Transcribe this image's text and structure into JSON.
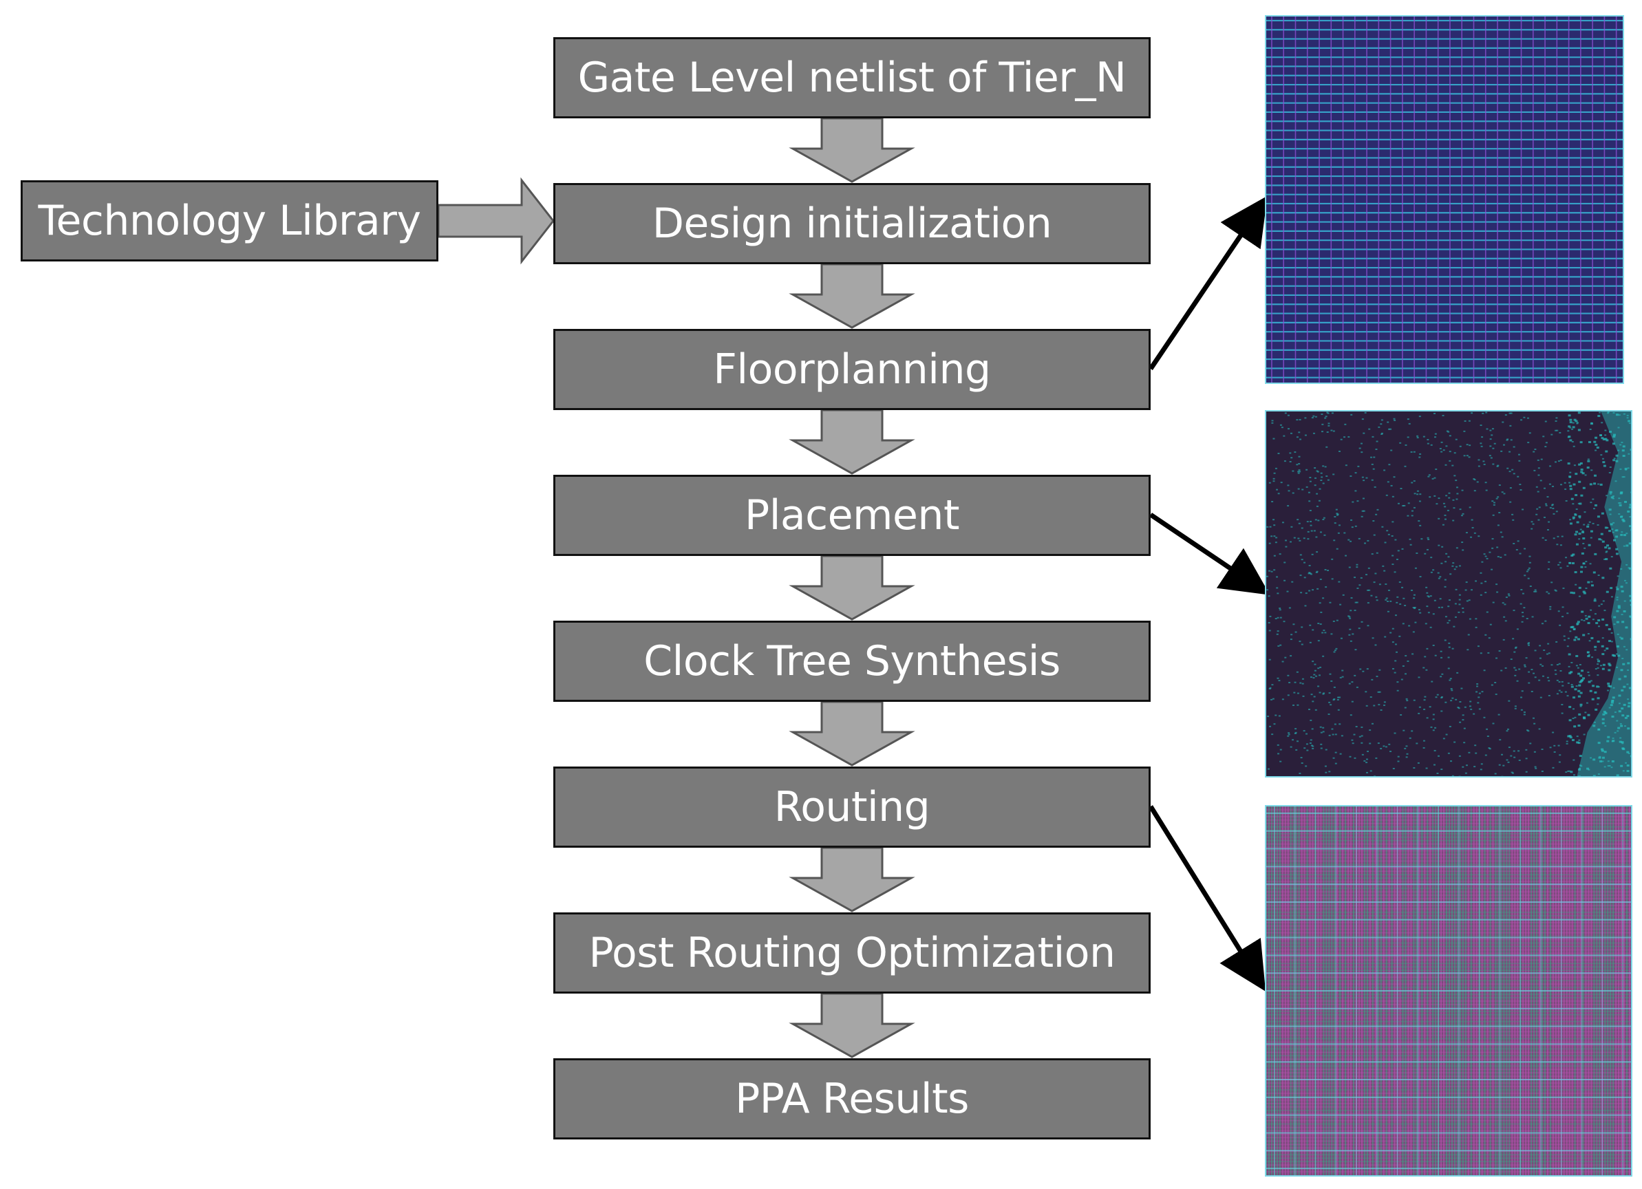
{
  "flow": {
    "steps": [
      {
        "id": "gate-level-netlist",
        "label": "Gate Level netlist of Tier_N"
      },
      {
        "id": "design-initialization",
        "label": "Design initialization"
      },
      {
        "id": "floorplanning",
        "label": "Floorplanning"
      },
      {
        "id": "placement",
        "label": "Placement"
      },
      {
        "id": "clock-tree-synthesis",
        "label": "Clock Tree Synthesis"
      },
      {
        "id": "routing",
        "label": "Routing"
      },
      {
        "id": "post-routing-optimization",
        "label": "Post Routing Optimization"
      },
      {
        "id": "ppa-results",
        "label": "PPA Results"
      }
    ],
    "input": {
      "label": "Technology Library",
      "feeds_into": "design-initialization"
    }
  },
  "snapshots": [
    {
      "id": "floorplan-layout",
      "linked_step": "floorplanning"
    },
    {
      "id": "placement-layout",
      "linked_step": "placement"
    },
    {
      "id": "routing-layout",
      "linked_step": "routing"
    }
  ],
  "colors": {
    "box_fill": "#7a7a7a",
    "box_border": "#111111",
    "box_text": "#ffffff",
    "arrow_fill": "#a6a6a6",
    "arrow_stroke": "#555555",
    "floorplan_bg": "#2b2a6e",
    "floorplan_lines": "#38b8d8",
    "placement_bg": "#2a1f3a",
    "placement_cells": "#27c2c2",
    "routing_magenta": "#c050b8",
    "routing_green": "#3aa888",
    "routing_cyan": "#6fd3e8"
  }
}
